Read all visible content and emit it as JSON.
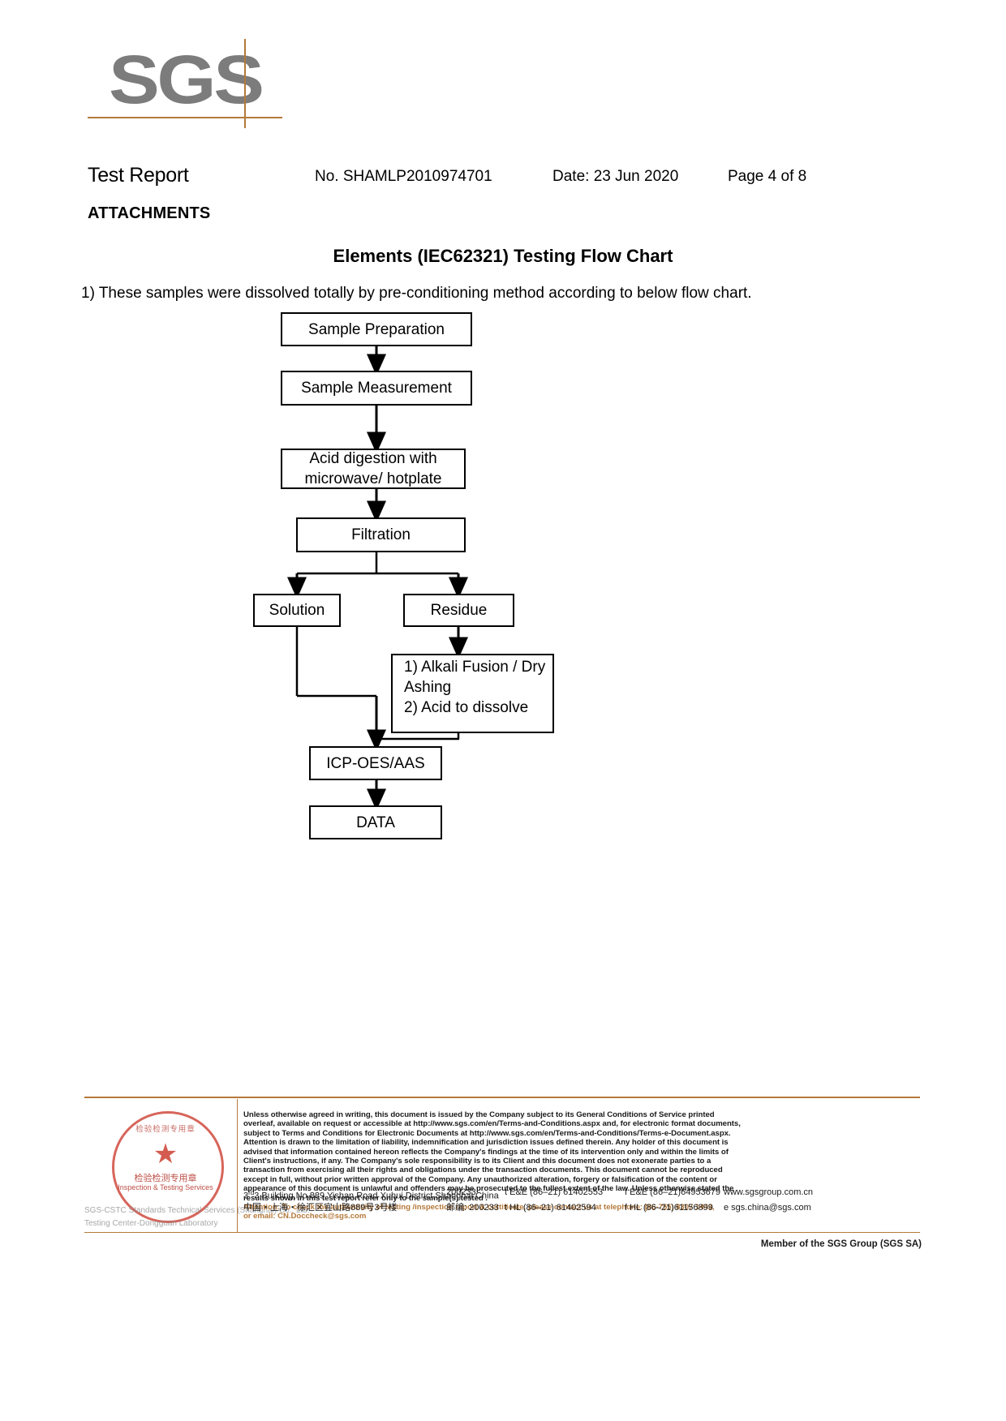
{
  "logo": {
    "text": "SGS",
    "accent_color": "#b5793a",
    "mark_color": "#7c7c7c"
  },
  "header": {
    "title": "Test Report",
    "report_no": "No. SHAMLP2010974701",
    "date": "Date: 23 Jun 2020",
    "page": "Page 4 of 8"
  },
  "section": {
    "attachments_label": "ATTACHMENTS",
    "chart_title": "Elements (IEC62321) Testing Flow Chart",
    "intro_note": "1) These samples were dissolved totally by pre-conditioning method according to below flow chart."
  },
  "flowchart": {
    "type": "flow-diagram",
    "nodes": [
      {
        "id": "prep",
        "label": "Sample Preparation"
      },
      {
        "id": "meas",
        "label": "Sample Measurement"
      },
      {
        "id": "acid",
        "label": "Acid digestion with\nmicrowave/ hotplate"
      },
      {
        "id": "filt",
        "label": "Filtration"
      },
      {
        "id": "sol",
        "label": "Solution"
      },
      {
        "id": "res",
        "label": "Residue"
      },
      {
        "id": "alkali",
        "label": "1) Alkali Fusion / Dry\n     Ashing\n2) Acid to dissolve"
      },
      {
        "id": "icp",
        "label": "ICP-OES/AAS"
      },
      {
        "id": "data",
        "label": "DATA"
      }
    ],
    "edges": [
      {
        "from": "prep",
        "to": "meas"
      },
      {
        "from": "meas",
        "to": "acid"
      },
      {
        "from": "acid",
        "to": "filt"
      },
      {
        "from": "filt",
        "to": "sol"
      },
      {
        "from": "filt",
        "to": "res"
      },
      {
        "from": "res",
        "to": "alkali"
      },
      {
        "from": "sol",
        "to": "icp"
      },
      {
        "from": "alkali",
        "to": "icp"
      },
      {
        "from": "icp",
        "to": "data"
      }
    ]
  },
  "footer": {
    "seal": {
      "arc_top": "检验检测专用章",
      "star": "★",
      "cn_label": "检验检测专用章",
      "en_label": "Inspection & Testing Services"
    },
    "watermark": [
      "SGS-CSTC Standards Technical Services (Shanghai) Co., Ltd.",
      "Testing Center-Dongguan Laboratory"
    ],
    "legal_paragraphs": [
      "Unless otherwise agreed in writing, this document is issued by the Company subject to its General Conditions of Service printed",
      "overleaf, available on request or accessible at http://www.sgs.com/en/Terms-and-Conditions.aspx and, for electronic format documents,",
      "subject to Terms and Conditions for Electronic Documents at http://www.sgs.com/en/Terms-and-Conditions/Terms-e-Document.aspx.",
      "Attention is drawn to the limitation of liability, indemnification and jurisdiction issues defined therein. Any holder of this document is",
      "advised that information contained hereon reflects the Company's findings at the time of its intervention only and within the limits of",
      "Client's instructions, if any. The Company's sole responsibility is to its Client and this document does not exonerate parties to a",
      "transaction from exercising all their rights and obligations under the transaction documents. This document cannot be reproduced",
      "except in full, without prior written approval of the Company. Any unauthorized alteration, forgery or falsification of the content or",
      "appearance of this document is unlawful and offenders may be prosecuted to the fullest extent of the law. Unless otherwise stated the",
      "results shown in this test report refer only to the sample(s) tested ."
    ],
    "attention_lines": [
      "Attention: To check the authenticity of testing /inspection report & certificate, please contact us at telephone: (86-755) 8307 1443,",
      "or email: CN.Doccheck@sgs.com"
    ],
    "address": {
      "en_line": "3  Building,No.889 Yishan Road Xuhui District,Shanghai China",
      "en_sup": "rd",
      "en_zip": "200233",
      "cn_line": "中国・上海・徐汇区宜山路889号3号楼",
      "cn_zip_label": "邮编:",
      "cn_zip": "200233",
      "tel_row1": "t E&E (86–21) 61402553",
      "fax_row1": "f E&E (86–21)64953679",
      "tel_row2": "t HL (86–21) 61402594",
      "fax_row2": "f HL (86–21)61156899",
      "web": "www.sgsgroup.com.cn",
      "email": "e  sgs.china@sgs.com"
    },
    "member_line": "Member of the SGS Group (SGS SA)"
  }
}
